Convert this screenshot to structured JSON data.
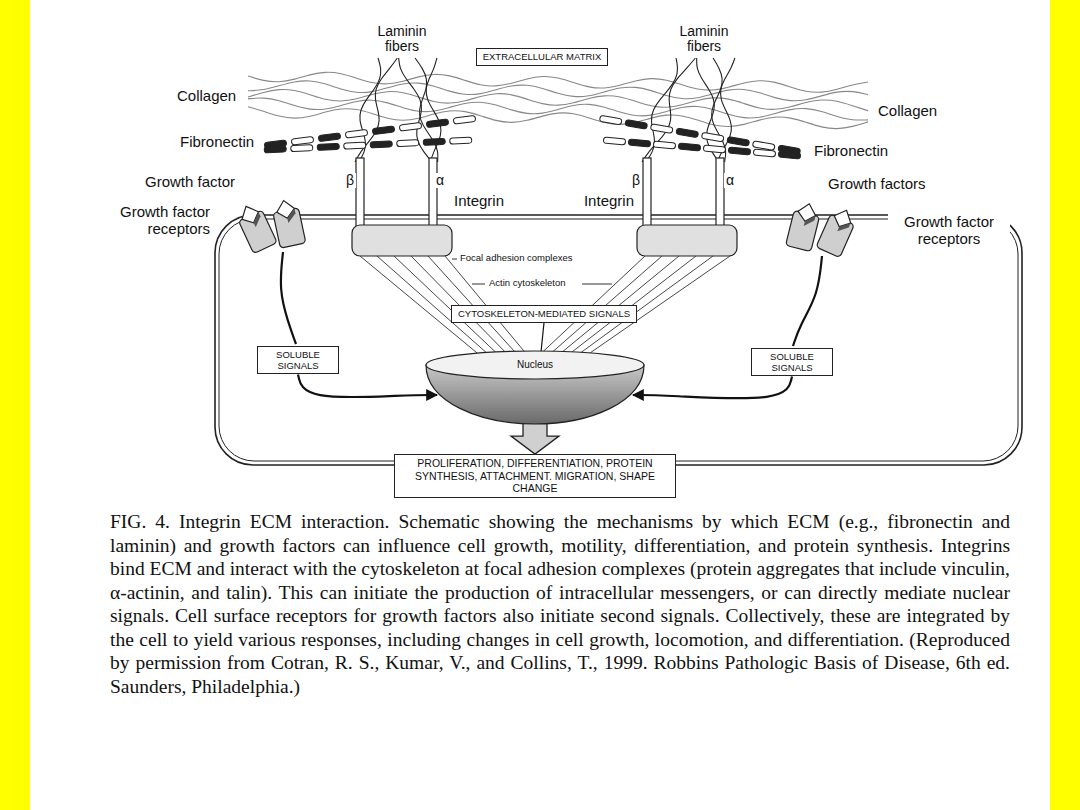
{
  "diagram": {
    "caption": "FIG. 4. Integrin ECM interaction. Schematic showing the mechanisms by which ECM (e.g., fibronectin and laminin) and growth factors can influence cell growth, motility, differentiation, and protein synthesis. Integrins bind ECM and interact with the cytoskeleton at focal adhesion complexes (protein aggregates that include vinculin, α-actinin, and talin). This can initiate the production of intracellular messengers, or can directly mediate nuclear signals. Cell surface receptors for growth factors also initiate second signals. Collectively, these are integrated by the cell to yield various responses, including changes in cell growth, locomotion, and differentiation. (Reproduced by permission from Cotran, R. S., Kumar, V., and Collins, T., 1999. Robbins Pathologic Basis of Disease, 6th ed. Saunders, Philadelphia.)",
    "nodes": [
      {
        "text": [
          "EXTRACELLULAR MATRIX"
        ]
      },
      {
        "text": [
          "CYTOSKELETON-MEDIATED SIGNALS"
        ]
      },
      {
        "text": [
          "SOLUBLE SIGNALS"
        ]
      },
      {
        "text": [
          "Nucleus"
        ]
      },
      {
        "text": [
          "SOLUBLE SIGNALS"
        ]
      },
      {
        "text": [
          "PROLIFERATION, DIFFERENTIATION, PROTEIN SYNTHESIS, ATTACHMENT. MIGRATION, SHAPE CHANGE"
        ]
      }
    ],
    "edges": [
      {
        "from": 2,
        "to": 3,
        "arrow": "to"
      },
      {
        "from": 4,
        "to": 3,
        "arrow": "to"
      },
      {
        "from": 1,
        "to": 3,
        "arrow": "none"
      },
      {
        "from": 3,
        "to": 5,
        "arrow": "to"
      }
    ],
    "labels": [
      "Laminin fibers",
      "Laminin fibers",
      "Collagen",
      "Collagen",
      "Fibronectin",
      "Fibronectin",
      "Growth factor",
      "Growth factors",
      "Growth factor receptors",
      "Growth factor receptors",
      "β",
      "α",
      "Integrin",
      "β",
      "α",
      "Integrin",
      "Focal adhesion complexes",
      "Actin cytoskeleton"
    ]
  }
}
